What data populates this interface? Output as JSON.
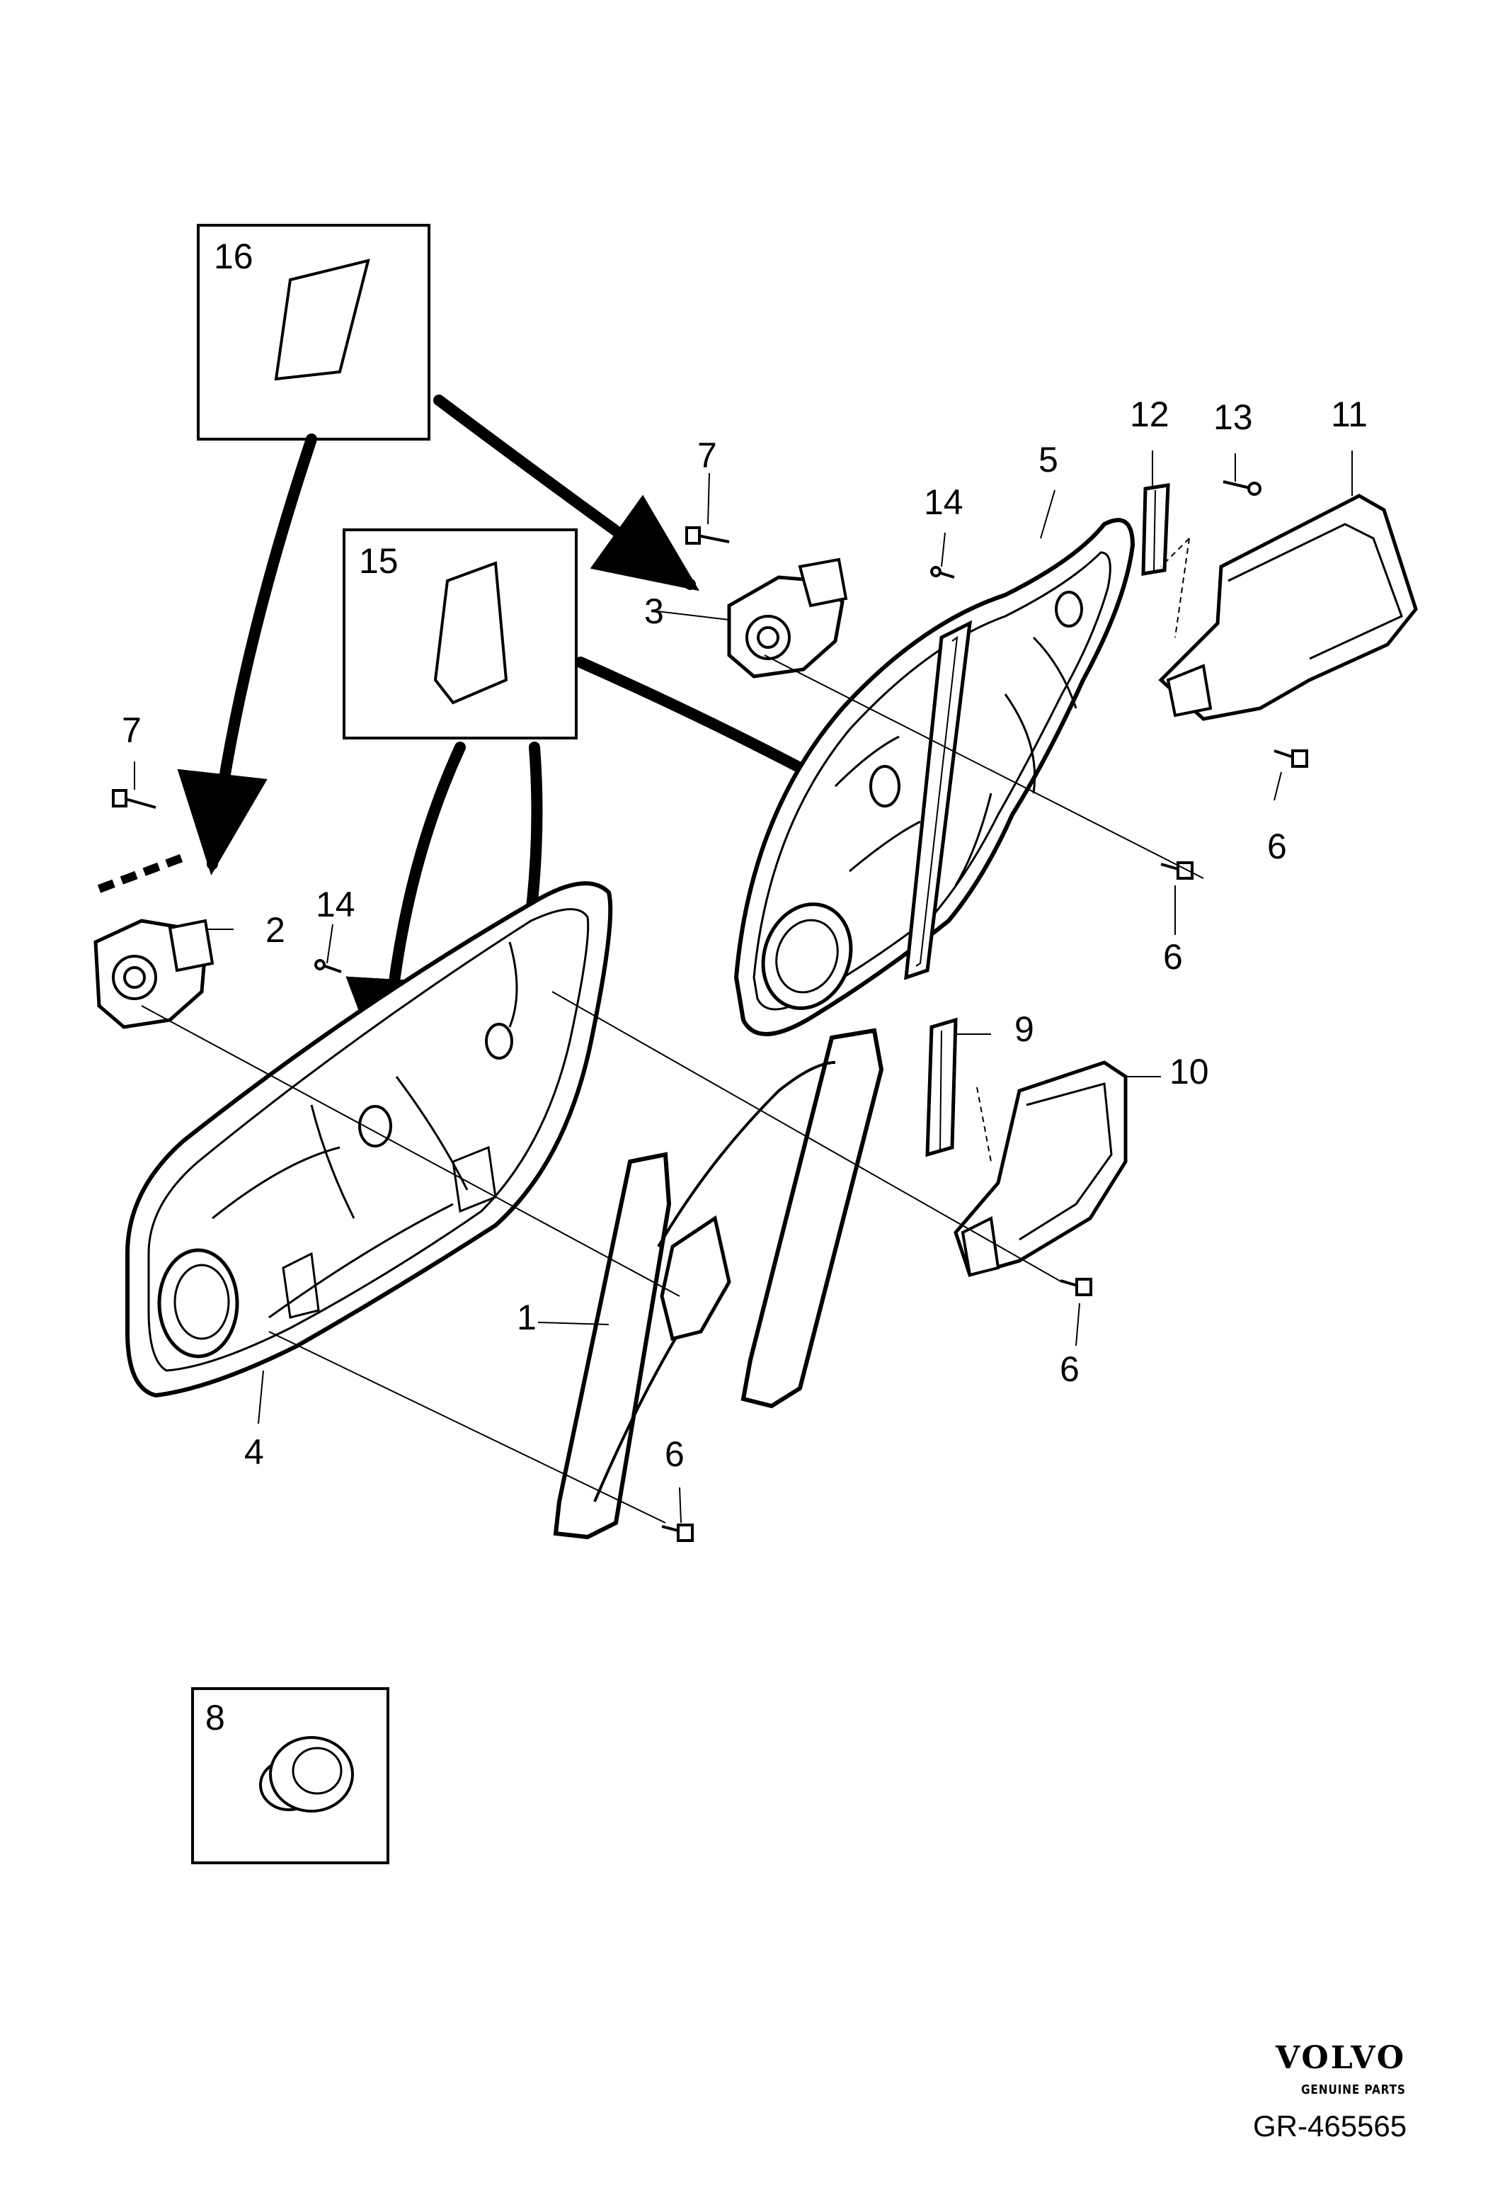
{
  "callouts": {
    "c1": "1",
    "c2": "2",
    "c3": "3",
    "c4": "4",
    "c5": "5",
    "c6a": "6",
    "c6b": "6",
    "c6c": "6",
    "c6d": "6",
    "c7a": "7",
    "c7b": "7",
    "c8": "8",
    "c9": "9",
    "c10": "10",
    "c11": "11",
    "c12": "12",
    "c13": "13",
    "c14a": "14",
    "c14b": "14",
    "c15": "15",
    "c16": "16"
  },
  "footer": {
    "brand": "VOLVO",
    "brand_sub": "GENUINE PARTS",
    "reference": "GR-465565"
  }
}
